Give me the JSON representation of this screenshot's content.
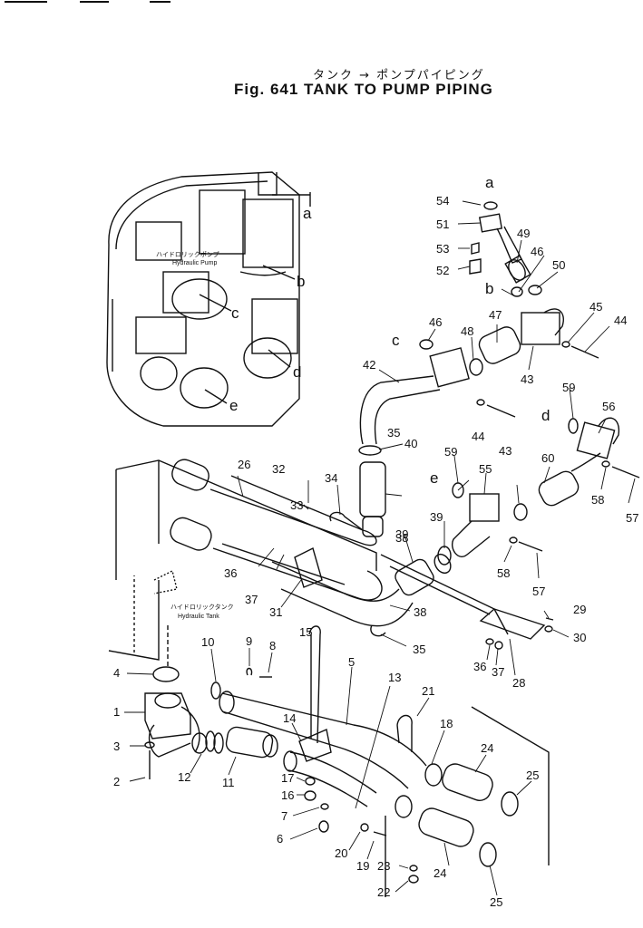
{
  "title": {
    "japanese": "タンク → ポンプパイピング",
    "english": "Fig. 641 TANK TO PUMP PIPING"
  },
  "engine_labels": {
    "pump_jp": "ハイドロリックポンプ",
    "pump_en": "Hydraulic Pump",
    "tank_jp": "ハイドロリックタンク",
    "tank_en": "Hydraulic Tank"
  },
  "connection_letters": [
    "a",
    "b",
    "c",
    "d",
    "e"
  ],
  "part_labels": [
    "1",
    "2",
    "3",
    "4",
    "5",
    "6",
    "7",
    "8",
    "9",
    "10",
    "11",
    "12",
    "13",
    "14",
    "15",
    "16",
    "17",
    "18",
    "19",
    "20",
    "21",
    "22",
    "23",
    "24",
    "25",
    "26",
    "28",
    "29",
    "30",
    "31",
    "32",
    "33",
    "34",
    "35",
    "36",
    "37",
    "38",
    "39",
    "40",
    "42",
    "43",
    "44",
    "45",
    "46",
    "47",
    "48",
    "49",
    "50",
    "51",
    "52",
    "53",
    "54",
    "55",
    "56",
    "57",
    "58",
    "59",
    "60"
  ]
}
